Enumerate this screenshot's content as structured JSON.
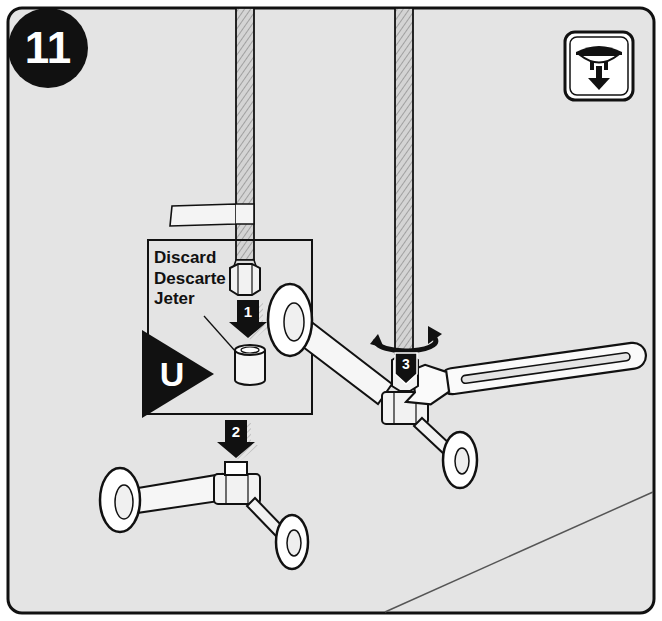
{
  "diagram": {
    "labels": [
      "11",
      "Discard Descarte Jeter",
      "U",
      "1",
      "2",
      "3"
    ]
  }
}
